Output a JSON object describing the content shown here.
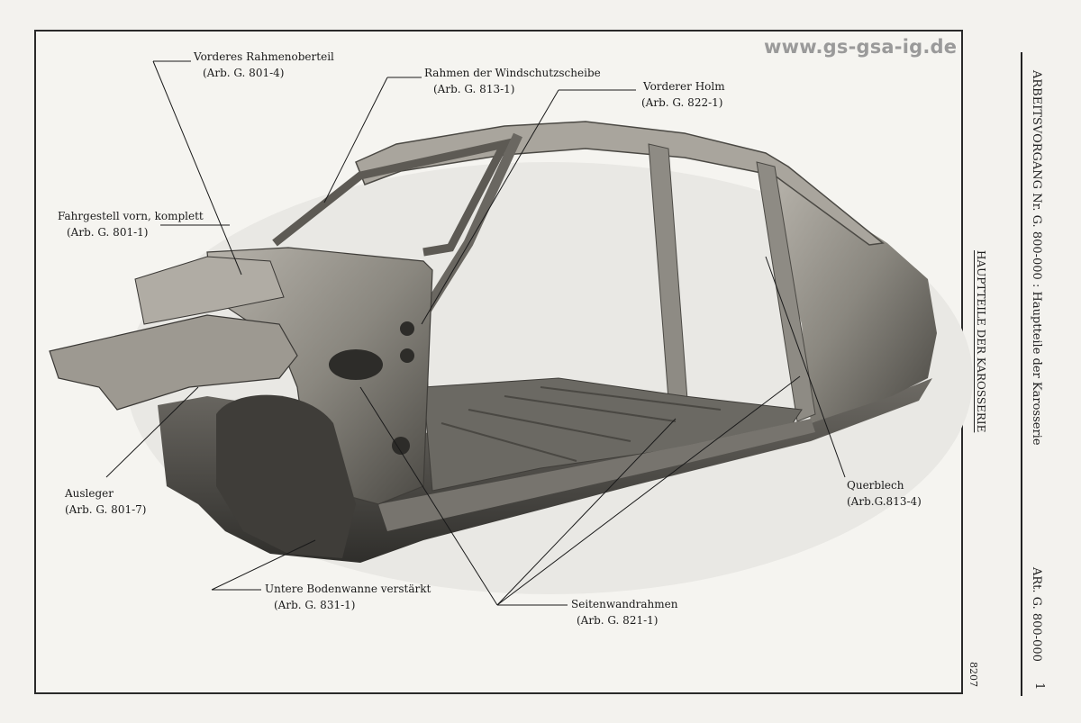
{
  "watermark": "www.gs-gsa-ig.de",
  "side_header": {
    "operation": "ARBEITSVORGANG Nr. G. 800-000 : Hauptteile der Karosserie",
    "section_title": "HAUPTTEILE DER KAROSSERIE",
    "article": "ARt. G. 800-000",
    "page_number": "1",
    "print_code": "8207"
  },
  "callouts": [
    {
      "id": "vorderes-rahmenoberteil",
      "name": "Vorderes Rahmenoberteil",
      "ref": "(Arb. G. 801-4)"
    },
    {
      "id": "rahmen-windschutzscheibe",
      "name": "Rahmen der Windschutzscheibe",
      "ref": "(Arb. G. 813-1)"
    },
    {
      "id": "vorderer-holm",
      "name": "Vorderer Holm",
      "ref": "(Arb. G. 822-1)"
    },
    {
      "id": "fahrgestell-vorn",
      "name": "Fahrgestell vorn, komplett",
      "ref": "(Arb. G. 801-1)"
    },
    {
      "id": "ausleger",
      "name": "Ausleger",
      "ref": "(Arb. G. 801-7)"
    },
    {
      "id": "untere-bodenwanne",
      "name": "Untere Bodenwanne verstärkt",
      "ref": "(Arb. G. 831-1)"
    },
    {
      "id": "seitenwandrahmen",
      "name": "Seitenwandrahmen",
      "ref": "(Arb. G. 821-1)"
    },
    {
      "id": "querblech",
      "name": "Querblech",
      "ref": "(Arb.G.813-4)"
    }
  ],
  "colors": {
    "ink": "#1a1a1a",
    "paper": "#f3f2ee",
    "body_metal": "#8f8c86",
    "watermark": "#9a9a9a"
  }
}
